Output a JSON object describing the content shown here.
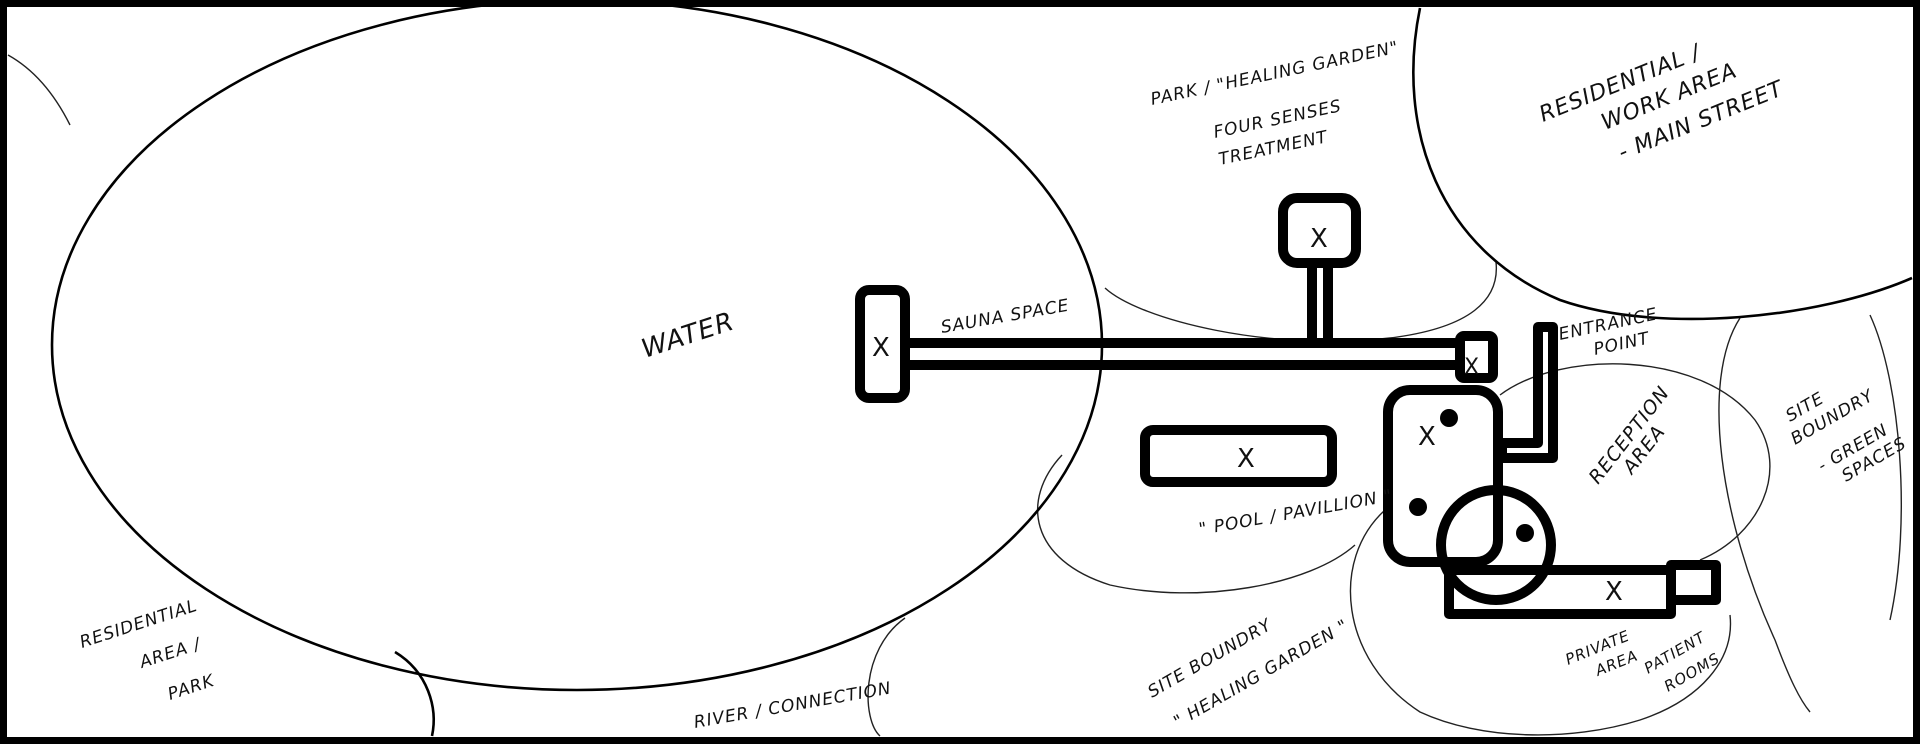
{
  "diagram": {
    "labels": {
      "water": "WATER",
      "sauna": "SAUNA SPACE",
      "park_healing_1": "PARK / \"HEALING GARDEN\"",
      "park_healing_2": "FOUR SENSES",
      "park_healing_3": "TREATMENT",
      "residential_work_1": "RESIDENTIAL /",
      "residential_work_2": "WORK AREA",
      "residential_work_3": "- MAIN STREET",
      "entrance_1": "ENTRANCE",
      "entrance_2": "POINT",
      "reception_1": "RECEPTION",
      "reception_2": "AREA",
      "site_green_1": "SITE",
      "site_green_2": "BOUNDRY",
      "site_green_3": "- GREEN",
      "site_green_4": "SPACES",
      "pool": "\" POOL / PAVILLION \"",
      "residential_park_1": "RESIDENTIAL",
      "residential_park_2": "AREA /",
      "residential_park_3": "PARK",
      "river": "RIVER / CONNECTION",
      "site_healing_1": "SITE BOUNDRY",
      "site_healing_2": "\" HEALING GARDEN \"",
      "private_1": "PRIVATE",
      "private_2": "AREA",
      "patient_1": "PATIENT",
      "patient_2": "ROOMS"
    },
    "marks": {
      "x": "X"
    },
    "colors": {
      "ink": "#111111",
      "paper": "#ffffff",
      "frame": "#000000"
    }
  }
}
